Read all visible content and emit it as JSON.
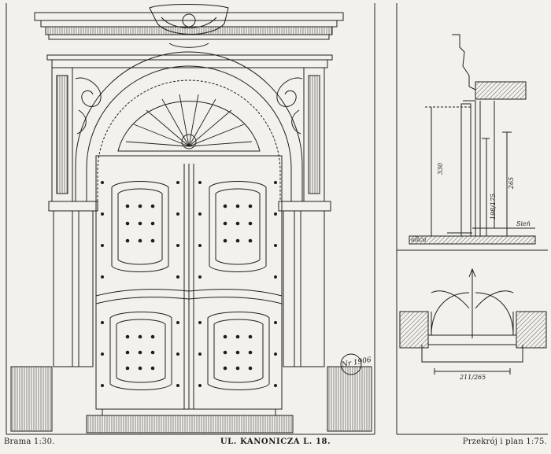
{
  "captions": {
    "left": "Brama 1:30.",
    "center": "UL. KANONICZA L. 18.",
    "right": "Przekrój i plan 1:75."
  },
  "stamp": "Nr 1906",
  "section_labels": {
    "street": "ulica",
    "wall": "Sień"
  },
  "dimensions": {
    "section_total_height": "330",
    "section_door_height": "265",
    "section_door_height_alt": "198/175",
    "plan_width": "211/265"
  }
}
